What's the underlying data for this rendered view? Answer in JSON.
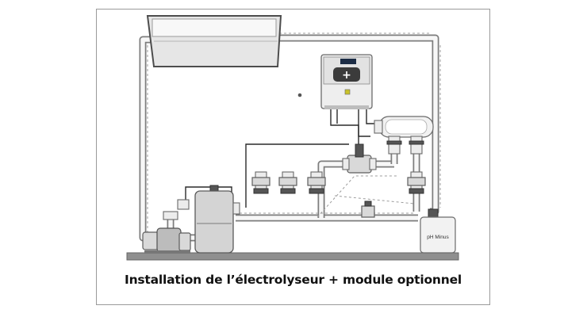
{
  "caption": "Installation de l’électrolyseur + module optionnel",
  "tank_label": "pH Minus",
  "icons": [
    "pool-basin",
    "pump",
    "sand-filter",
    "electrolyser-control-box",
    "electrolysis-cell",
    "valve",
    "check-valve",
    "ph-minus-tank"
  ],
  "colors": {
    "pipe": "#7d7d7d",
    "pipe_inner": "#f7f7f7",
    "ground": "#8f8f8f",
    "cable": "#2a2a2a",
    "frame": "#9a9a9a",
    "display": "#1c2c45",
    "indicator": "#c9c22b"
  }
}
